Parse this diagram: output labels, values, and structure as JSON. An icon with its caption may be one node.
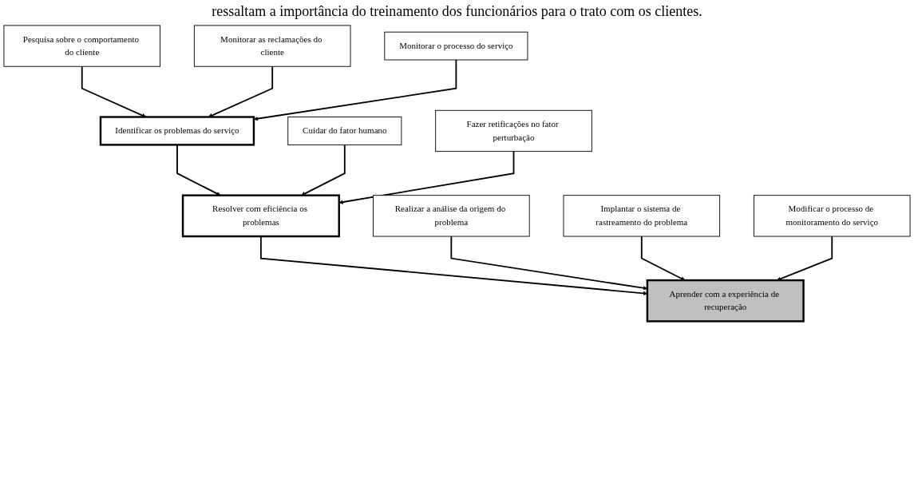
{
  "diagram": {
    "nodes": [
      {
        "text": [
          "Pesquisa sobre o comportamento do cliente"
        ]
      },
      {
        "text": [
          "Monitorar as reclamações do cliente"
        ]
      },
      {
        "text": [
          "Identificar os problemas do serviço"
        ]
      },
      {
        "text": [
          "Monitorar o processo do serviço"
        ]
      },
      {
        "text": [
          "Cuidar do fator humano"
        ]
      },
      {
        "text": [
          "Resolver com eficiência os problemas"
        ]
      },
      {
        "text": [
          "Fazer retificações no fator perturbação"
        ]
      },
      {
        "text": [
          "Realizar a análise da origem do problema"
        ]
      },
      {
        "text": [
          "Aprender com a experiência de recuperação"
        ]
      },
      {
        "text": [
          "Implantar o sistema de rastreamento do problema"
        ]
      },
      {
        "text": [
          "Modificar o processo de monitoramento do serviço"
        ]
      }
    ],
    "edges": [
      {
        "from": 0,
        "to": 2,
        "arrow": "to"
      },
      {
        "from": 1,
        "to": 2,
        "arrow": "to"
      },
      {
        "from": 3,
        "to": 2,
        "arrow": "to"
      },
      {
        "from": 2,
        "to": 5,
        "arrow": "to"
      },
      {
        "from": 4,
        "to": 5,
        "arrow": "to"
      },
      {
        "from": 6,
        "to": 5,
        "arrow": "to"
      },
      {
        "from": 5,
        "to": 8,
        "arrow": "to"
      },
      {
        "from": 7,
        "to": 8,
        "arrow": "to"
      },
      {
        "from": 9,
        "to": 8,
        "arrow": "to"
      },
      {
        "from": 10,
        "to": 8,
        "arrow": "to"
      }
    ],
    "labels": [
      "ressaltam a importância do treinamento dos funcionários para o trato com os clientes."
    ]
  }
}
